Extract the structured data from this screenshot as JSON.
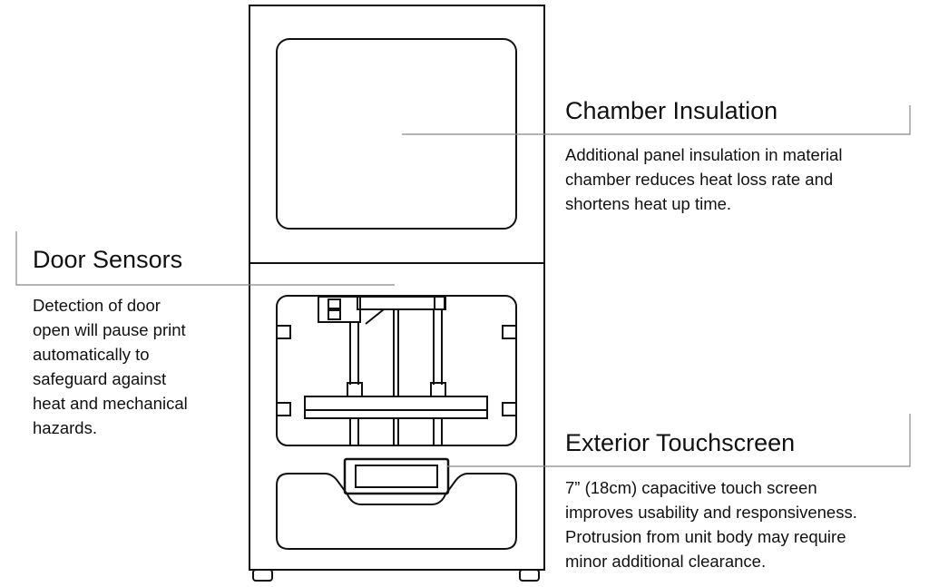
{
  "callouts": {
    "chamber": {
      "title": "Chamber Insulation",
      "lines": [
        "Additional panel insulation in material",
        "chamber reduces heat loss rate and",
        "shortens heat up time."
      ]
    },
    "door": {
      "title": "Door Sensors",
      "lines": [
        "Detection of door",
        "open will pause print",
        "automatically to",
        "safeguard against",
        "heat and mechanical",
        "hazards."
      ]
    },
    "touch": {
      "title": "Exterior Touchscreen",
      "lines": [
        "7” (18cm) capacitive touch screen",
        "improves usability and responsiveness.",
        "Protrusion from unit body may require",
        "minor additional clearance."
      ]
    }
  }
}
